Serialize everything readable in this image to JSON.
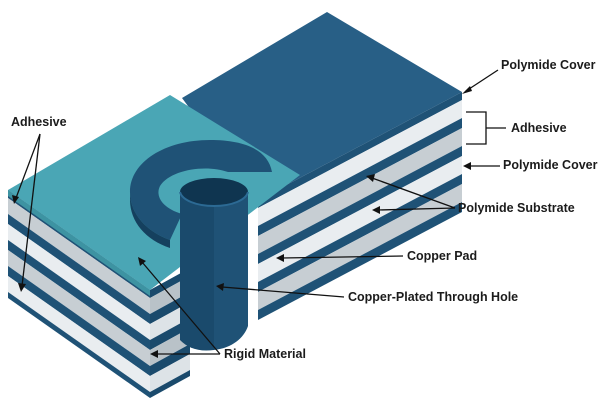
{
  "labels": {
    "polymide_cover_top": "Polymide Cover",
    "adhesive_right": "Adhesive",
    "polymide_cover_mid": "Polymide Cover",
    "polymide_substrate": "Polymide Substrate",
    "copper_pad": "Copper Pad",
    "through_hole": "Copper-Plated Through Hole",
    "rigid_material": "Rigid Material",
    "adhesive_left": "Adhesive"
  },
  "colors": {
    "navy": "#1f5276",
    "navy_top": "#285f86",
    "navy_dark": "#15405e",
    "teal": "#4aa6b5",
    "gray": "#c7ced3",
    "white_layer": "#e9edf0"
  }
}
